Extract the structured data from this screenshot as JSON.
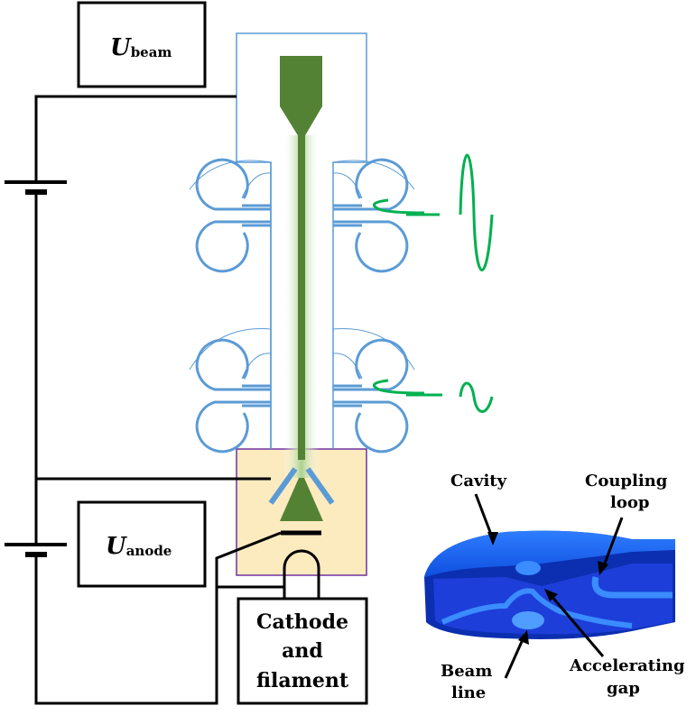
{
  "power_supplies": {
    "beam": {
      "symbol": "U",
      "subscript": "beam"
    },
    "anode": {
      "symbol": "U",
      "subscript": "anode"
    }
  },
  "cathode_box": {
    "lines": [
      "Cathode",
      "and",
      "filament"
    ]
  },
  "cavity_labels": {
    "cavity": "Cavity",
    "coupling_line1": "Coupling",
    "coupling_line2": "loop",
    "beam_line1": "Beam",
    "beam_line2": "line",
    "gap_line1": "Accelerating",
    "gap_line2": "gap"
  },
  "colors": {
    "circuit": "#000000",
    "vessel": "#5b9bd5",
    "beam": "#548235",
    "beam_glow": "#c5e0b4",
    "rf_signal": "#00b050",
    "gun_region_fill": "#fdebc0",
    "gun_region_border": "#7030a0",
    "cavity_blue": "#1f5ef0"
  }
}
